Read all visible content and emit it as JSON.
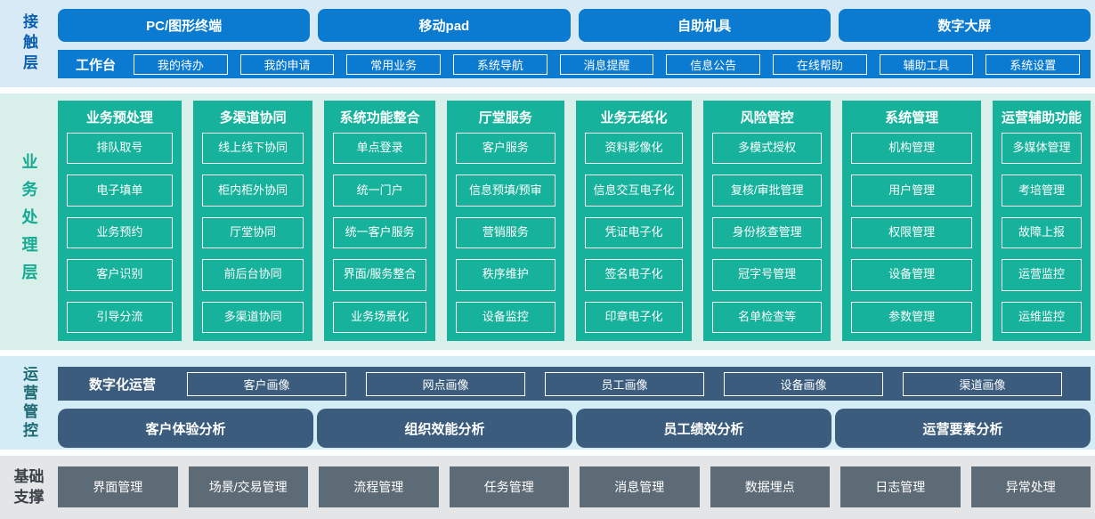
{
  "colors": {
    "accent_blue": "#0b7ad1",
    "accent_green": "#16b29b",
    "accent_slate": "#3b5c7d",
    "accent_grey": "#5d6b76",
    "bg_contact": "#d9eaf7",
    "bg_business": "#d9efe9",
    "bg_ops": "#d3ecf6",
    "bg_foundation": "#e4e5e7",
    "label_contact": "#0a5fae",
    "label_business": "#14ab92",
    "label_ops": "#1e6a73",
    "label_foundation": "#3a4148"
  },
  "contact_layer": {
    "label": "接触层",
    "terminals": [
      "PC/图形终端",
      "移动pad",
      "自助机具",
      "数字大屏"
    ],
    "workbench": {
      "label": "工作台",
      "items": [
        "我的待办",
        "我的申请",
        "常用业务",
        "系统导航",
        "消息提醒",
        "信息公告",
        "在线帮助",
        "辅助工具",
        "系统设置"
      ]
    }
  },
  "business_layer": {
    "label": "业务处理层",
    "columns": [
      {
        "title": "业务预处理",
        "items": [
          "排队取号",
          "电子填单",
          "业务预约",
          "客户识别",
          "引导分流"
        ]
      },
      {
        "title": "多渠道协同",
        "items": [
          "线上线下协同",
          "柜内柜外协同",
          "厅堂协同",
          "前后台协同",
          "多渠道协同"
        ]
      },
      {
        "title": "系统功能整合",
        "items": [
          "单点登录",
          "统一门户",
          "统一客户服务",
          "界面/服务整合",
          "业务场景化"
        ]
      },
      {
        "title": "厅堂服务",
        "items": [
          "客户服务",
          "信息预填/预审",
          "营销服务",
          "秩序维护",
          "设备监控"
        ]
      },
      {
        "title": "业务无纸化",
        "items": [
          "资料影像化",
          "信息交互电子化",
          "凭证电子化",
          "签名电子化",
          "印章电子化"
        ]
      },
      {
        "title": "风险管控",
        "items": [
          "多模式授权",
          "复核/审批管理",
          "身份核查管理",
          "冠字号管理",
          "名单检查等"
        ]
      },
      {
        "title": "系统管理",
        "items": [
          "机构管理",
          "用户管理",
          "权限管理",
          "设备管理",
          "参数管理"
        ]
      },
      {
        "title": "运营辅助功能",
        "items": [
          "多媒体管理",
          "考培管理",
          "故障上报",
          "运营监控",
          "运维监控"
        ]
      }
    ]
  },
  "ops_layer": {
    "label": "运营管控",
    "digital_ops": {
      "label": "数字化运营",
      "items": [
        "客户画像",
        "网点画像",
        "员工画像",
        "设备画像",
        "渠道画像"
      ]
    },
    "analysis": [
      "客户体验分析",
      "组织效能分析",
      "员工绩效分析",
      "运营要素分析"
    ]
  },
  "foundation_layer": {
    "label": "基础支撑",
    "items": [
      "界面管理",
      "场景/交易管理",
      "流程管理",
      "任务管理",
      "消息管理",
      "数据埋点",
      "日志管理",
      "异常处理"
    ]
  }
}
